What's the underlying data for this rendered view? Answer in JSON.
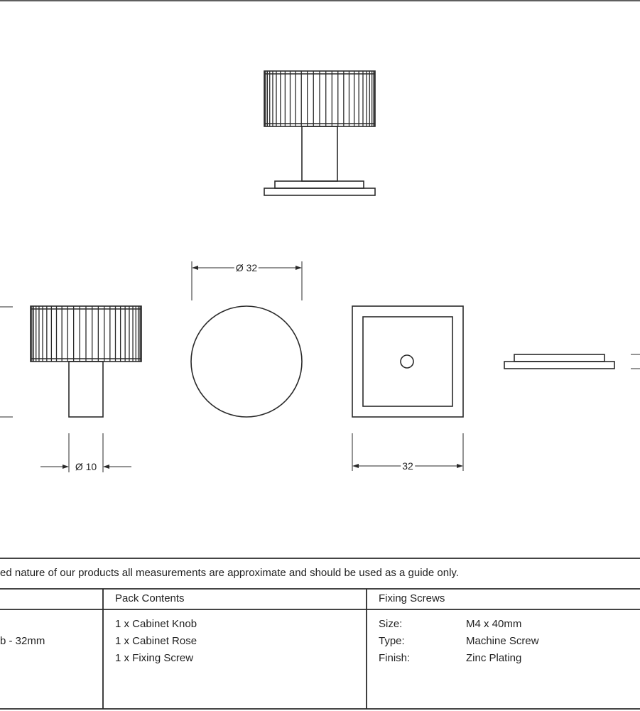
{
  "dimensions": {
    "top_diameter": "Ø 32",
    "stem_diameter": "Ø 10",
    "rose_width": "32"
  },
  "note": "ed nature of our products all measurements are approximate and should be used as a guide only.",
  "table": {
    "product_value": "b - 32mm",
    "pack_contents": {
      "header": "Pack Contents",
      "items": [
        "1 x Cabinet Knob",
        "1 x Cabinet Rose",
        "1 x Fixing Screw"
      ]
    },
    "fixing_screws": {
      "header": "Fixing Screws",
      "rows": [
        {
          "label": "Size:",
          "value": "M4 x 40mm"
        },
        {
          "label": "Type:",
          "value": "Machine Screw"
        },
        {
          "label": "Finish:",
          "value": "Zinc Plating"
        }
      ]
    }
  }
}
